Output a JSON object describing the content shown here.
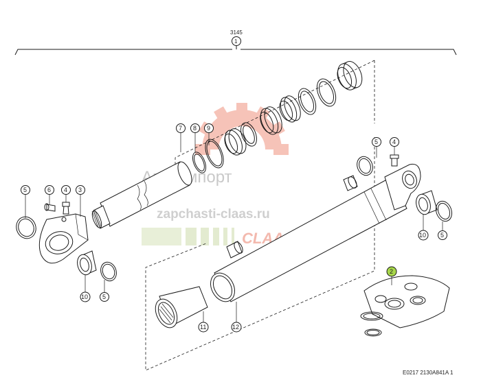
{
  "assembly": {
    "number": "3145",
    "callout": "1"
  },
  "callouts": {
    "c2": "2",
    "c3": "3",
    "c4a": "4",
    "c4b": "4",
    "c5a": "5",
    "c5b": "5",
    "c5c": "5",
    "c5d": "5",
    "c6": "6",
    "c7": "7",
    "c8": "8",
    "c9": "9",
    "c10a": "10",
    "c10b": "10",
    "c11": "11",
    "c12": "12"
  },
  "watermark": {
    "brand": "Агроимпорт",
    "site": "zapchasti-claas.ru",
    "logo": "CLAAS"
  },
  "colors": {
    "highlight_callout": "#a8d84a",
    "watermark_red": "#f3b9ae",
    "watermark_grey": "#c9c9c9"
  },
  "footer": {
    "code": "E0217 2130A841A 1"
  }
}
